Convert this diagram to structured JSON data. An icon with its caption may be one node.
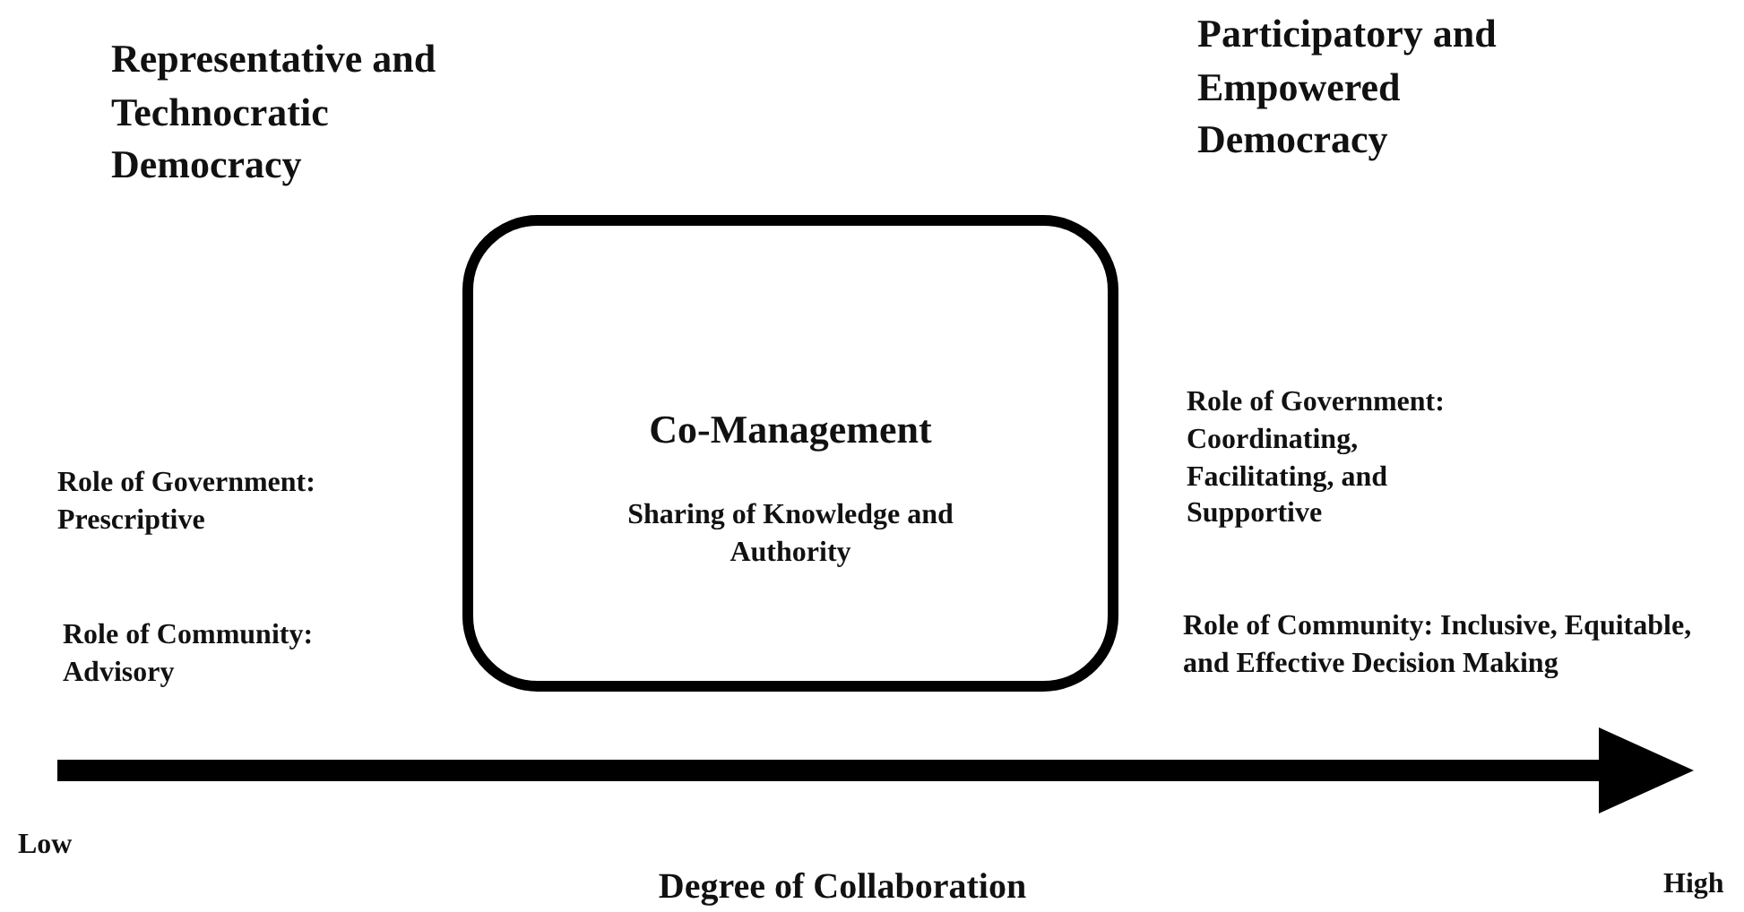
{
  "diagram": {
    "nodes": [
      {
        "text": [
          "Co-Management",
          "Sharing of Knowledge and Authority"
        ]
      }
    ],
    "edges": [],
    "labels": [
      "Representative and Technocratic Democracy",
      "Participatory and Empowered Democracy",
      "Role of Government: Coordinating, Facilitating, and Supportive",
      "Role of Government: Prescriptive",
      "Role of Community: Advisory",
      "Role of Community: Inclusive, Equitable, and Effective Decision Making",
      "Low",
      "Degree of Collaboration",
      "High"
    ]
  }
}
